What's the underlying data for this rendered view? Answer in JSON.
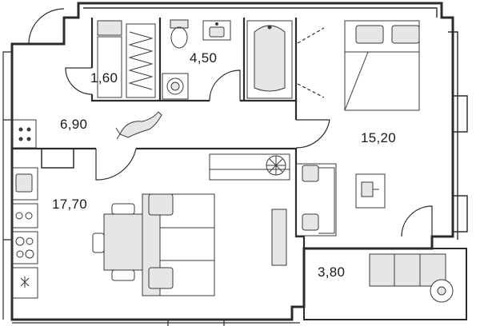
{
  "plan": {
    "rooms": [
      {
        "id": "storage",
        "area": "1,60"
      },
      {
        "id": "bathroom",
        "area": "4,50"
      },
      {
        "id": "hallway",
        "area": "6,90"
      },
      {
        "id": "bedroom",
        "area": "15,20"
      },
      {
        "id": "kitchen_living",
        "area": "17,70"
      },
      {
        "id": "balcony",
        "area": "3,80"
      }
    ]
  },
  "colors": {
    "wall": "#2b2b2b",
    "furniture_stroke": "#3a3a3a",
    "furniture_fill": "#e6e6e6",
    "background": "#ffffff"
  },
  "icons": [
    "bed",
    "bathtub",
    "toilet",
    "sink",
    "washing-machine",
    "wardrobe",
    "sofa",
    "dining-table",
    "stove",
    "kitchen-sink",
    "fridge",
    "tv",
    "desk",
    "plant",
    "dog",
    "armchair"
  ]
}
